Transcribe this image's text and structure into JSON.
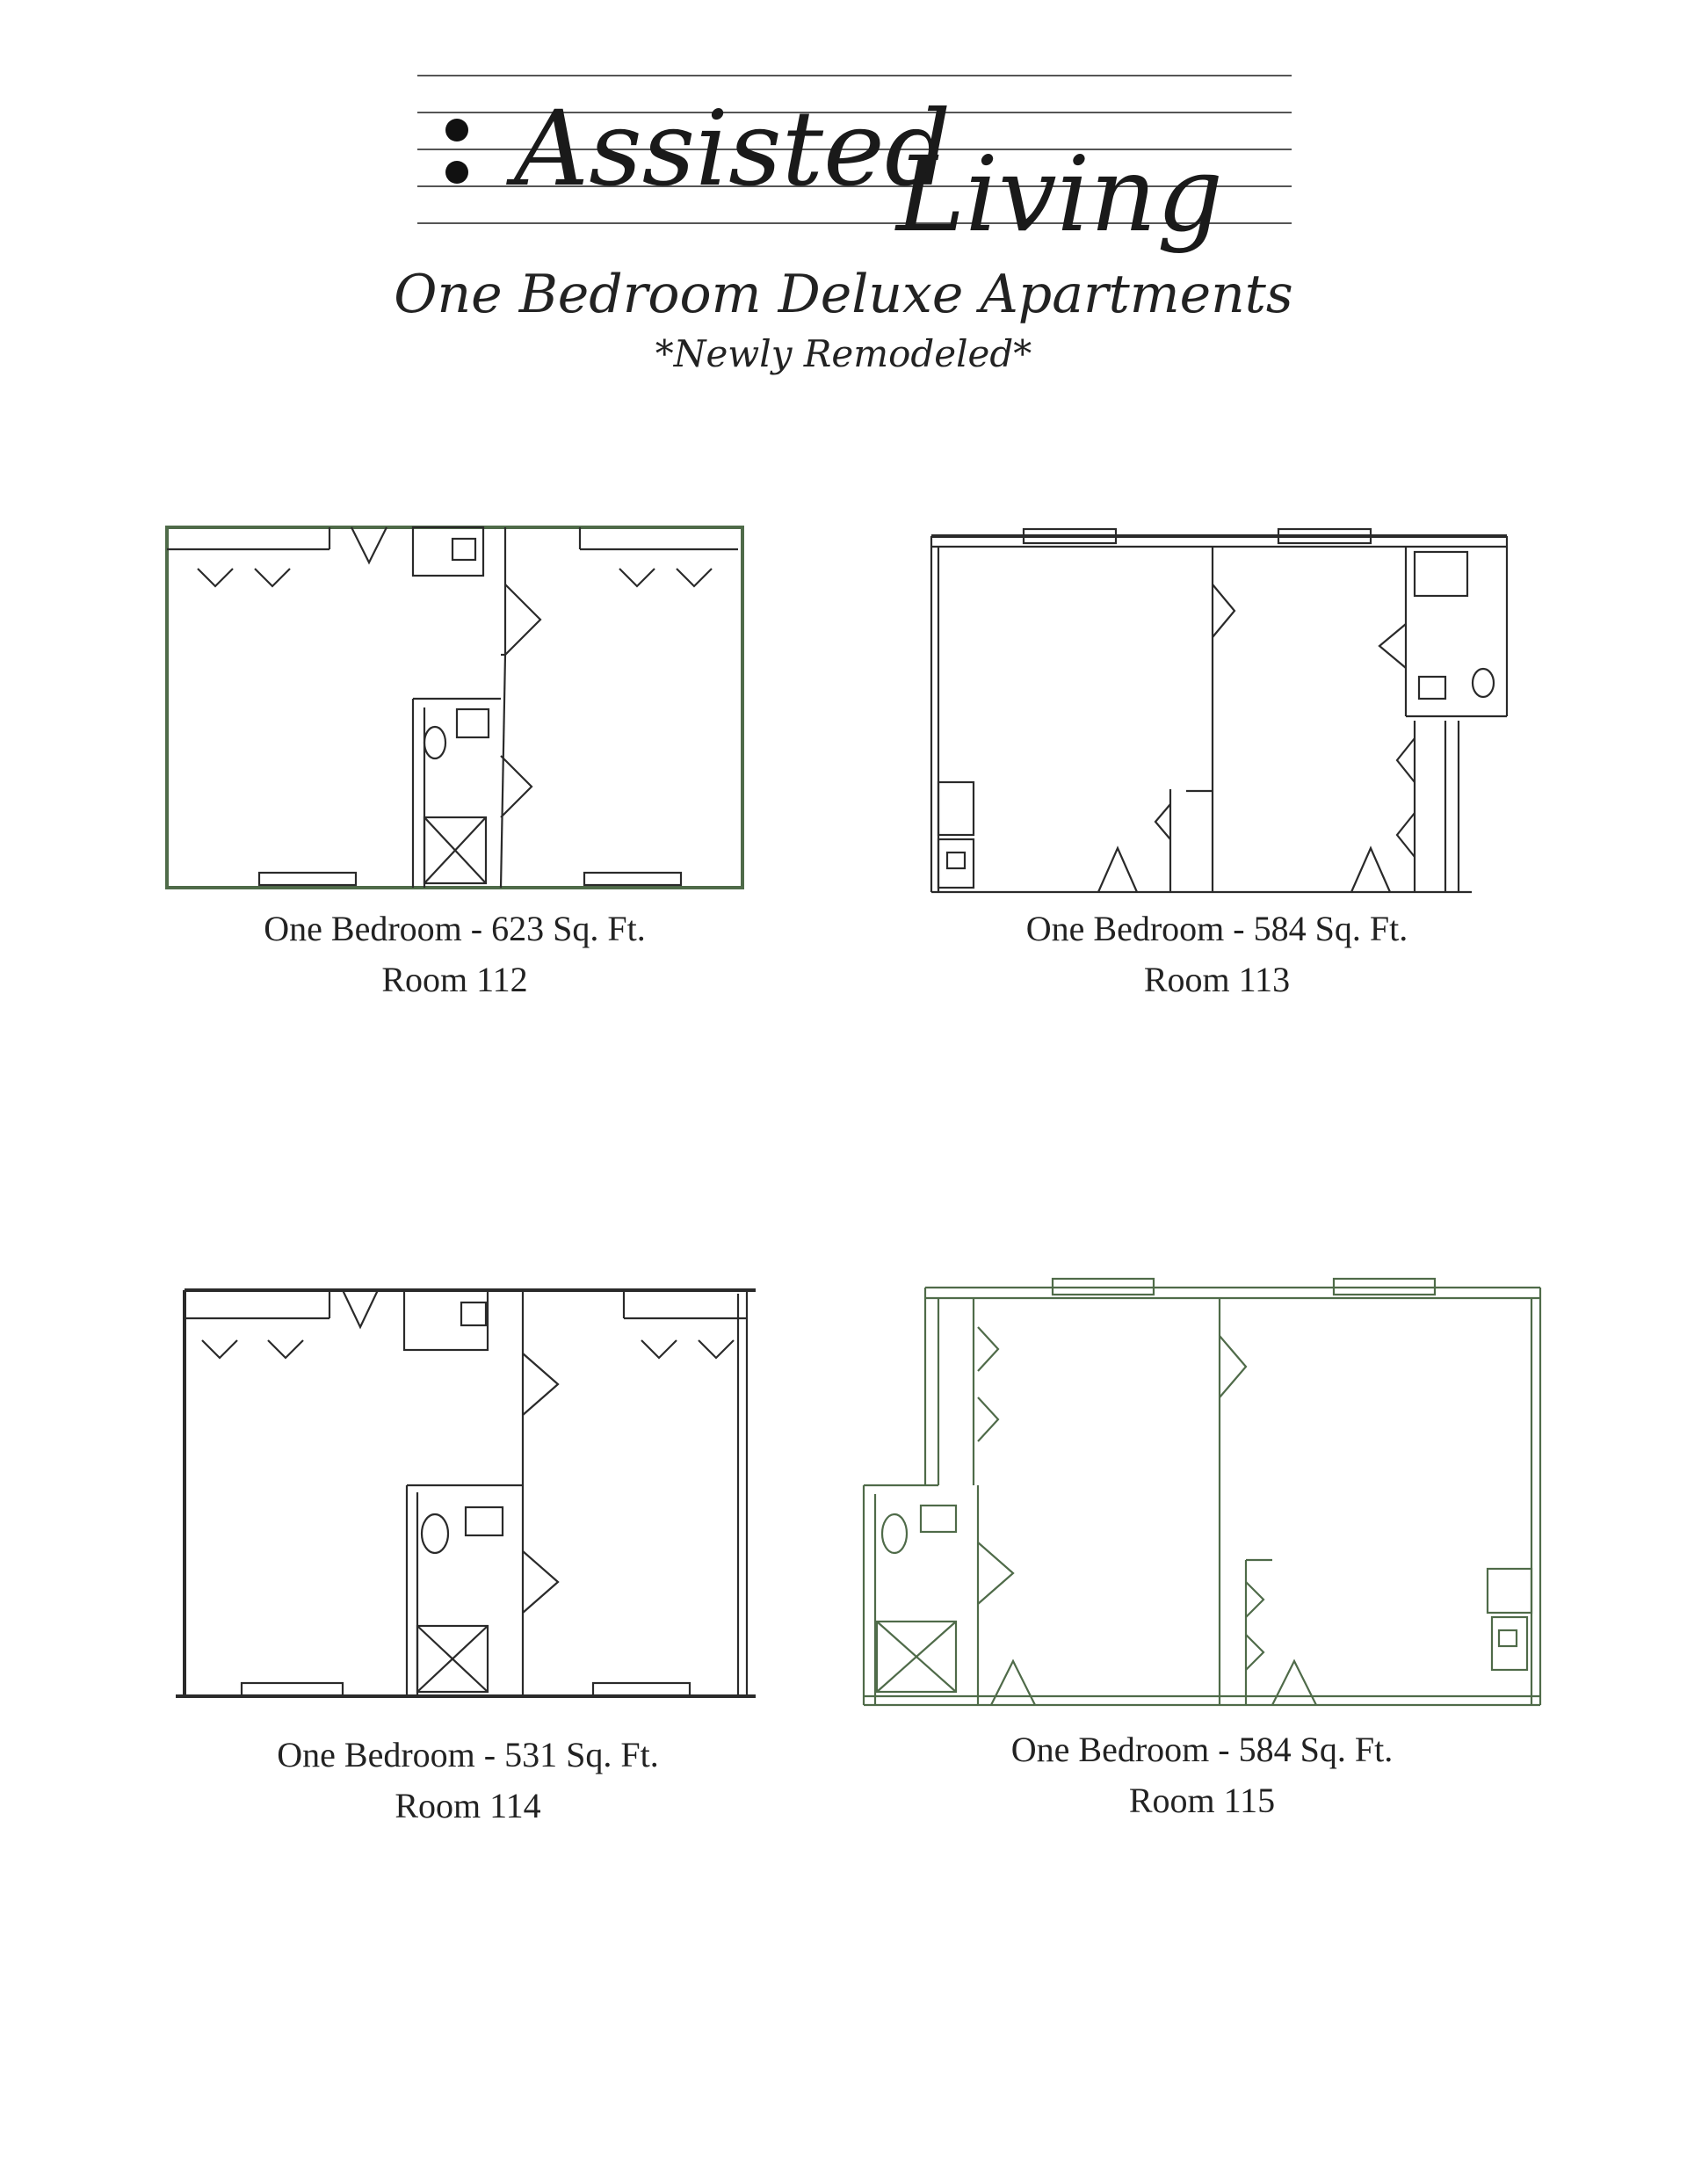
{
  "header": {
    "logo_word1": "Assisted",
    "logo_word2": "Living",
    "subtitle": "One Bedroom Deluxe Apartments",
    "tagline": "*Newly Remodeled*"
  },
  "plans": [
    {
      "size": "One Bedroom - 623 Sq. Ft.",
      "room": "Room 112"
    },
    {
      "size": "One Bedroom - 584 Sq. Ft.",
      "room": "Room 113"
    },
    {
      "size": "One Bedroom - 531 Sq. Ft.",
      "room": "Room 114"
    },
    {
      "size": "One Bedroom - 584 Sq. Ft.",
      "room": "Room 115"
    }
  ]
}
